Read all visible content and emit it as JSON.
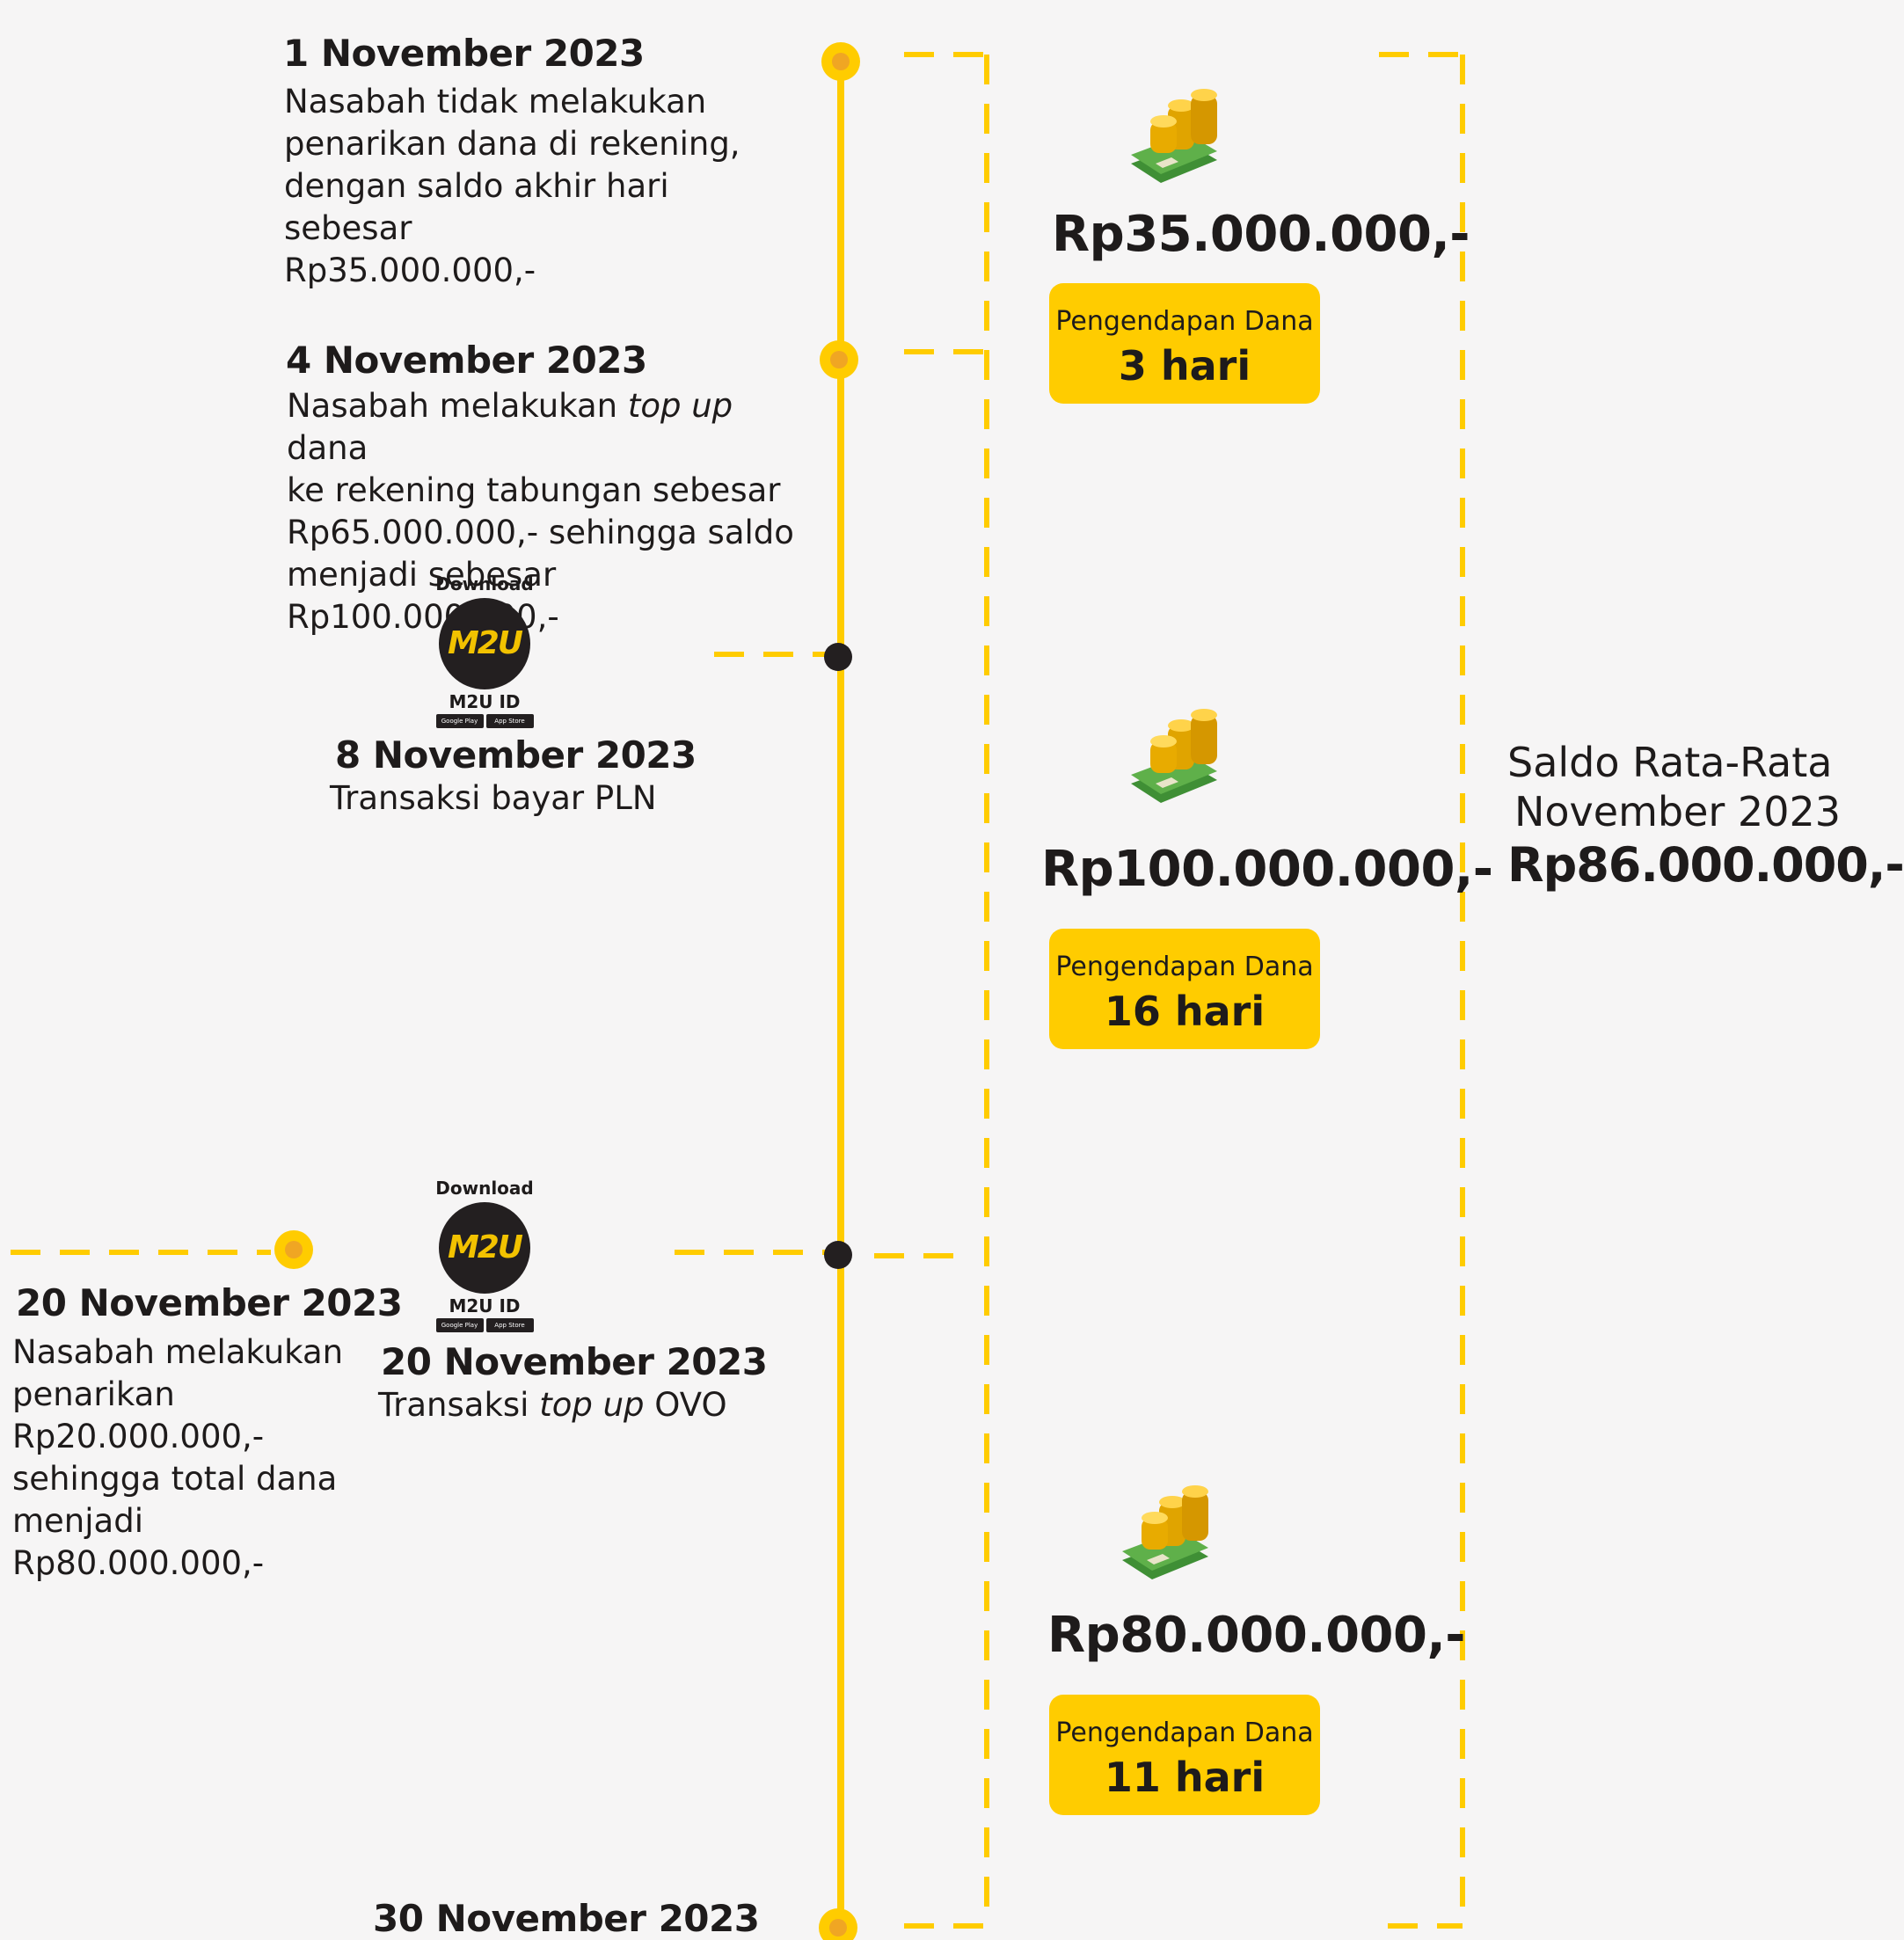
{
  "events": [
    {
      "date": "1 November 2023",
      "desc": "Nasabah tidak melakukan\npenarikan dana di rekening,\ndengan saldo akhir hari sebesar\nRp35.000.000,-"
    },
    {
      "date": "4 November 2023",
      "desc_pre": "Nasabah melakukan ",
      "desc_em": "top up",
      "desc_post": " dana\nke rekening tabungan sebesar\nRp65.000.000,- sehingga saldo\nmenjadi sebesar Rp100.000.000,-"
    },
    {
      "date": "8 November 2023",
      "desc": "Transaksi bayar PLN"
    },
    {
      "date": "20 November 2023",
      "desc": "Nasabah melakukan\npenarikan\nRp20.000.000,-\nsehingga total dana\nmenjadi Rp80.000.000,-"
    },
    {
      "date": "20 November 2023",
      "desc_pre": "Transaksi ",
      "desc_em": "top up",
      "desc_post": " OVO"
    },
    {
      "date": "30 November 2023"
    }
  ],
  "app_badge": {
    "download": "Download",
    "logo": "M2U",
    "app_id": "M2U ID",
    "store_1": "Google Play",
    "store_2": "App Store"
  },
  "balances": [
    {
      "amount": "Rp35.000.000,-",
      "label": "Pengendapan Dana",
      "days": "3 hari"
    },
    {
      "amount": "Rp100.000.000,-",
      "label": "Pengendapan Dana",
      "days": "16 hari"
    },
    {
      "amount": "Rp80.000.000,-",
      "label": "Pengendapan Dana",
      "days": "11 hari"
    }
  ],
  "summary": {
    "line1": "Saldo Rata-Rata",
    "line2": "November 2023",
    "amount": "Rp86.000.000,-"
  },
  "colors": {
    "accent": "#ffcc00",
    "dot_dark": "#231f20",
    "dot_inner": "#f0a623",
    "background": "#f6f5f5"
  },
  "icons": [
    "money-coins-icon",
    "m2u-app-logo"
  ]
}
